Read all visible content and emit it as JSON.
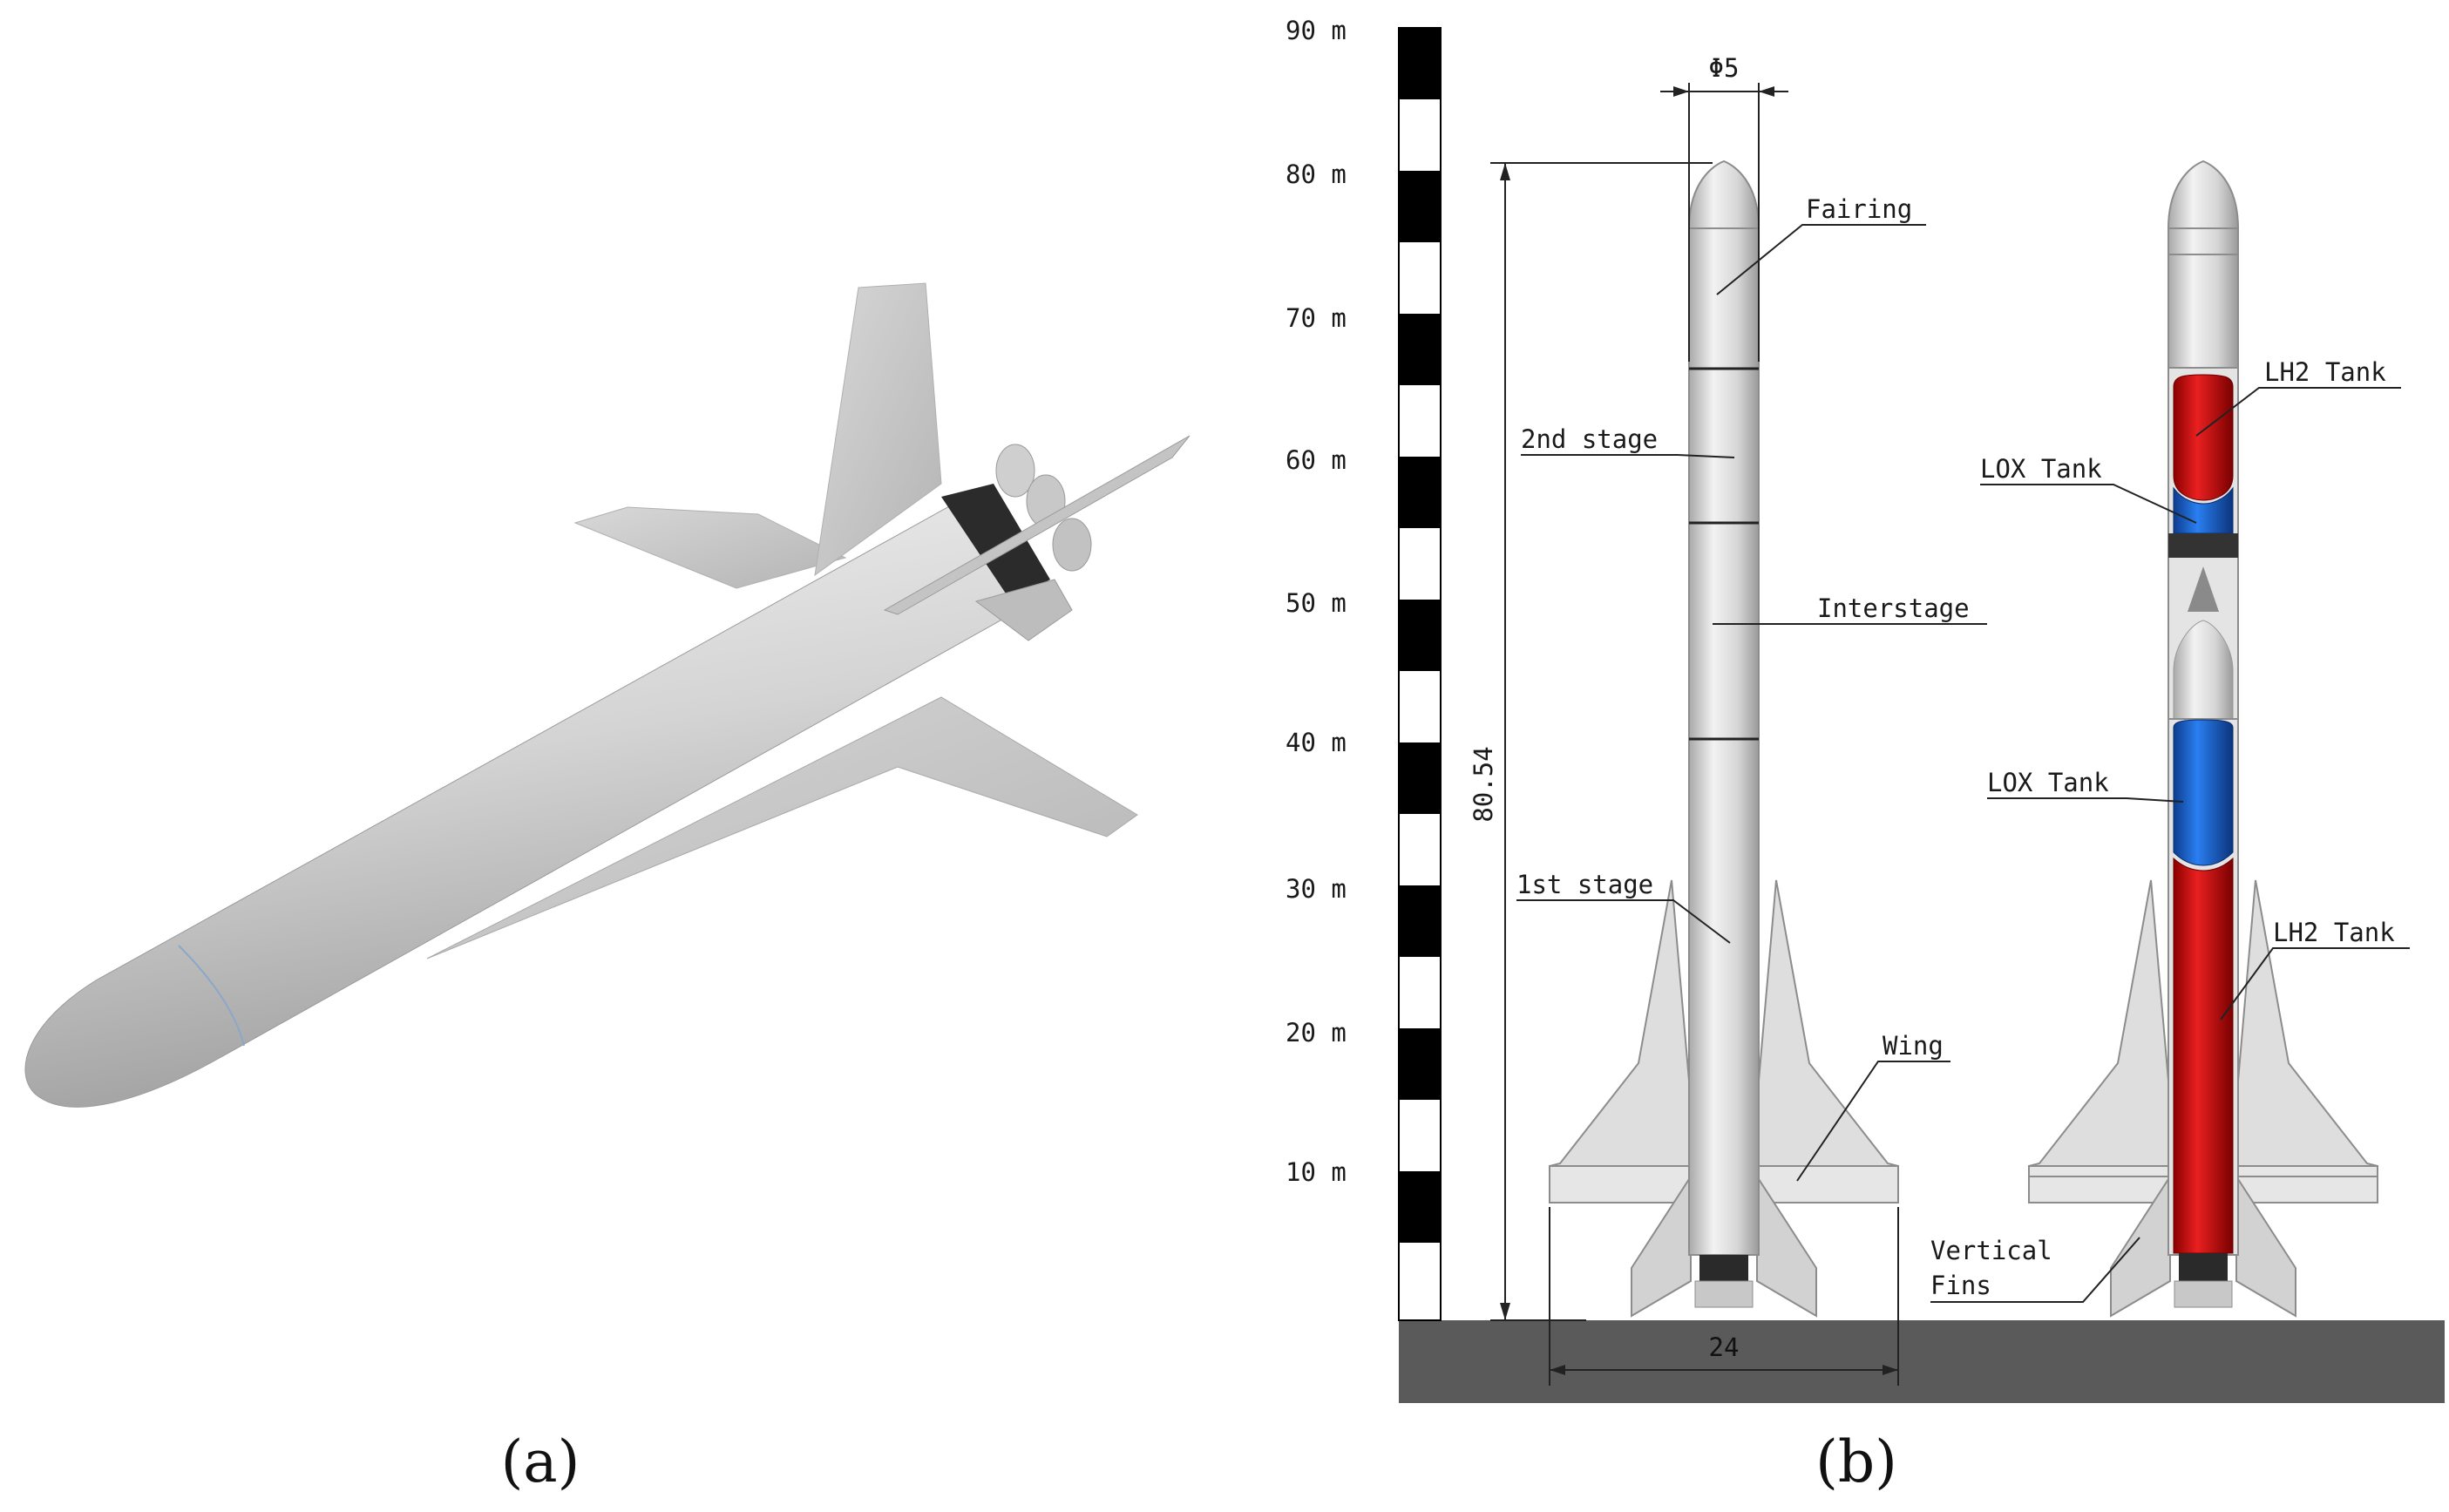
{
  "panels": {
    "a": {
      "caption": "(a)"
    },
    "b": {
      "caption": "(b)"
    }
  },
  "scale": {
    "unit": "m",
    "ticks": [
      "90 m",
      "80 m",
      "70 m",
      "60 m",
      "50 m",
      "40 m",
      "30 m",
      "20 m",
      "10 m"
    ]
  },
  "dimensions": {
    "height": "80.54",
    "diameter": "Φ5",
    "span": "24"
  },
  "labels": {
    "fairing": "Fairing",
    "second_stage": "2nd stage",
    "interstage": "Interstage",
    "first_stage": "1st stage",
    "wing": "Wing",
    "lh2_tank_upper": "LH2 Tank",
    "lox_tank_upper": "LOX Tank",
    "lox_tank_lower": "LOX Tank",
    "lh2_tank_lower": "LH2 Tank",
    "vertical_fins_line1": "Vertical",
    "vertical_fins_line2": "Fins"
  },
  "colors": {
    "lh2": "#d01010",
    "lox": "#1a63d6",
    "body": "#d9d9d9",
    "ground": "#5a5a5a"
  }
}
